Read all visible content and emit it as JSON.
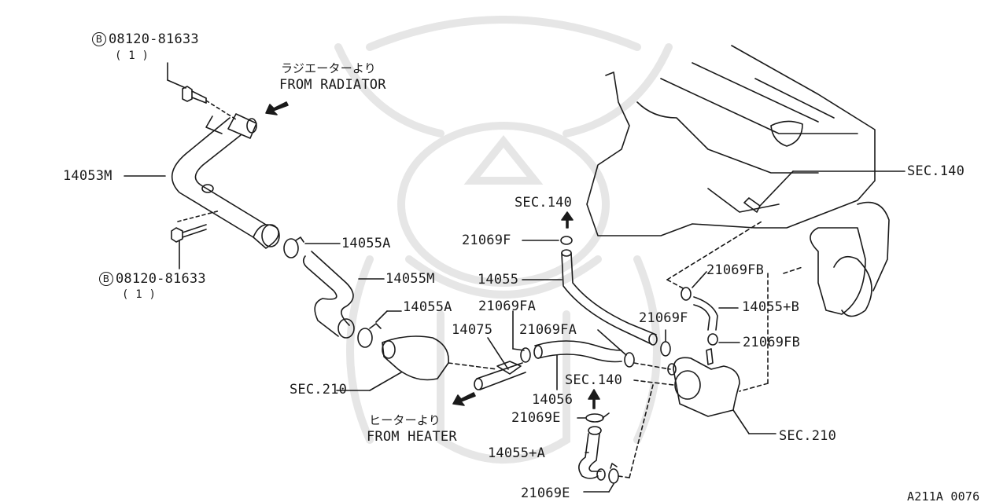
{
  "diagram": {
    "watermark_icon": "samurai-helmet-watermark",
    "line_color": "#1a1a1a",
    "watermark_color": "#e6e6e6",
    "bolt_top": {
      "prefix": "B",
      "part": "08120-81633",
      "qty": "( 1 )"
    },
    "bolt_bottom": {
      "prefix": "B",
      "part": "08120-81633",
      "qty": "( 1 )"
    },
    "from_radiator": {
      "jp": "ラジエーターより",
      "en": "FROM RADIATOR"
    },
    "from_heater": {
      "jp": "ヒーターより",
      "en": "FROM HEATER"
    },
    "labels": {
      "p14053M": "14053M",
      "p14055A_1": "14055A",
      "p14055M": "14055M",
      "p14055A_2": "14055A",
      "p21069FA_1": "21069FA",
      "p14075": "14075",
      "p21069FA_2": "21069FA",
      "sec210_left": "SEC.210",
      "sec140_mid": "SEC.140",
      "p21069F_1": "21069F",
      "p14055": "14055",
      "p21069F_2": "21069F",
      "p21069FB_1": "21069FB",
      "p14055B": "14055+B",
      "p21069FB_2": "21069FB",
      "sec140_right": "SEC.140",
      "sec140_lower": "SEC.140",
      "p14056": "14056",
      "p21069E_1": "21069E",
      "p14055A_plus": "14055+A",
      "p21069E_2": "21069E",
      "sec210_right": "SEC.210",
      "ref_code": "A211A 0076"
    }
  }
}
